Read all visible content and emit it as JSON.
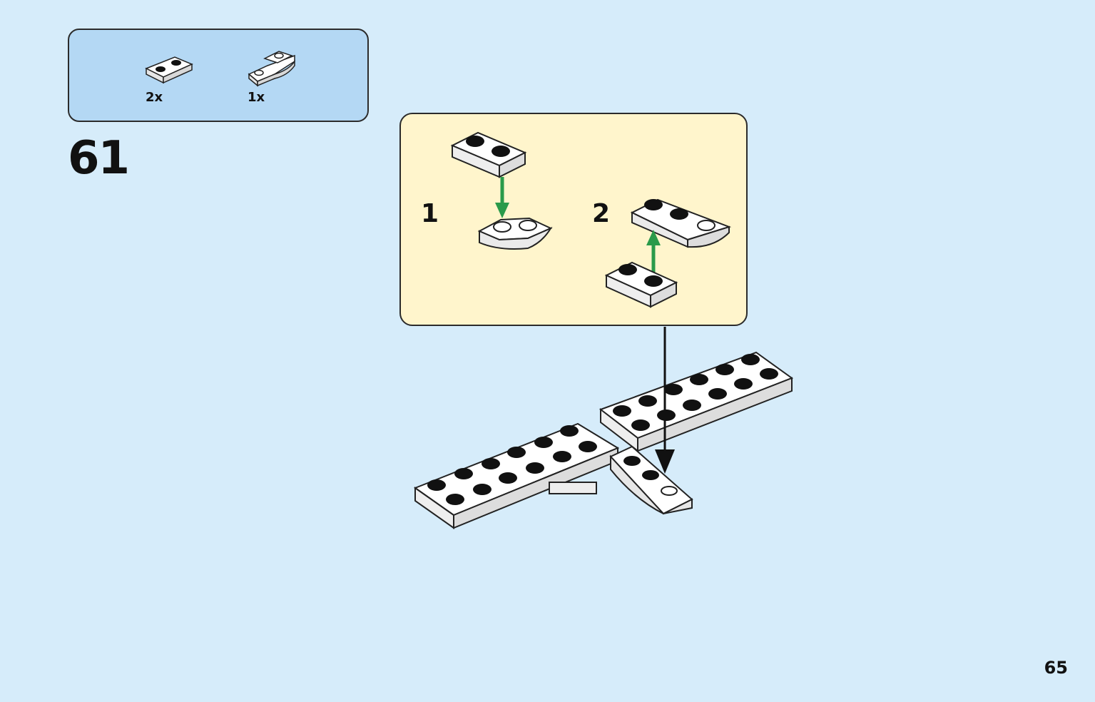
{
  "parts_list": {
    "items": [
      {
        "quantity": "2x",
        "part_icon": "plate-1x2-icon"
      },
      {
        "quantity": "1x",
        "part_icon": "wedge-plate-icon"
      }
    ]
  },
  "step": {
    "number": "61"
  },
  "sub_assembly": {
    "steps": [
      {
        "number": "1"
      },
      {
        "number": "2"
      }
    ],
    "arrow_color": "#2a9a4a"
  },
  "page": {
    "number": "65"
  },
  "colors": {
    "background": "#d6ecfa",
    "parts_box": "#b4d8f4",
    "callout": "#fff5cc",
    "brick": "#ffffff",
    "brick_side": "#e8e8e8",
    "stud_dark": "#111111"
  }
}
